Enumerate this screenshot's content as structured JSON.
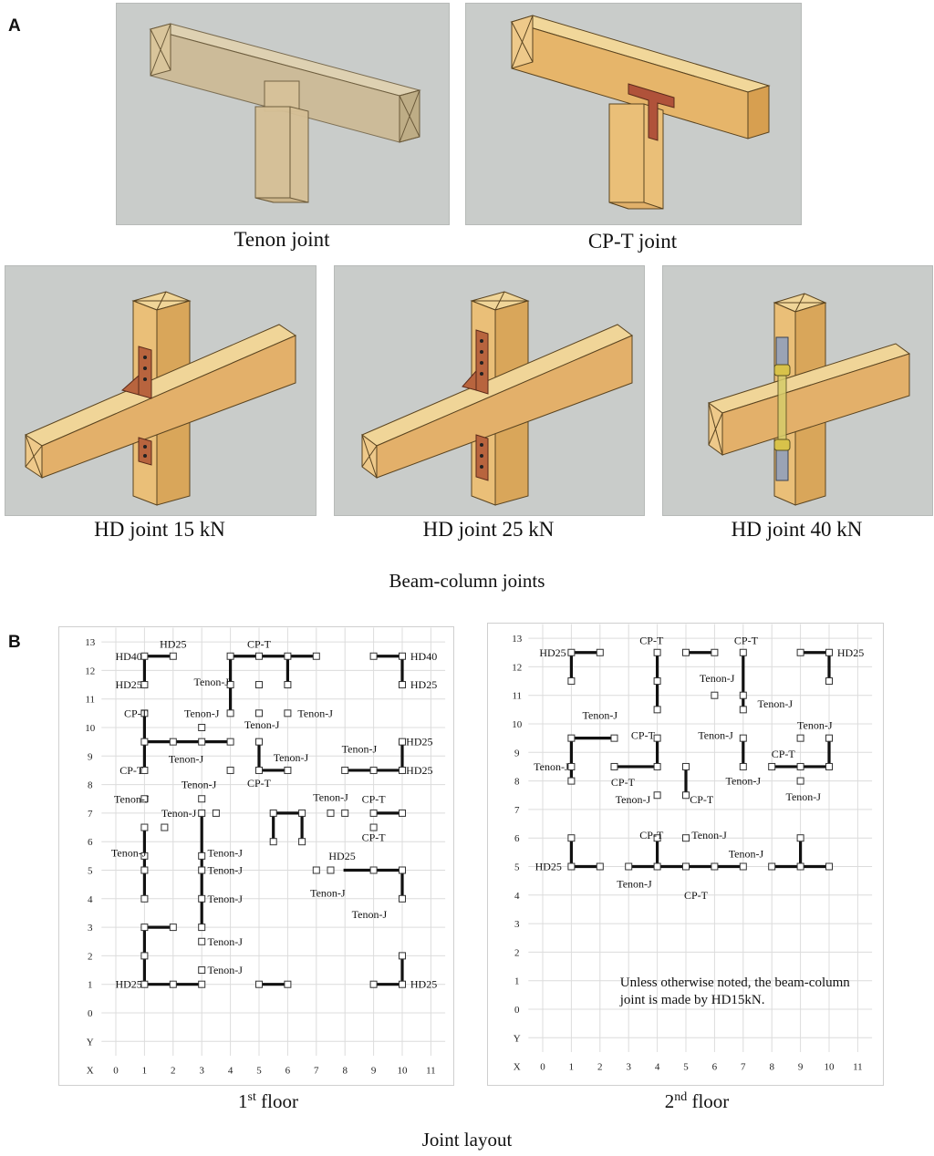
{
  "panel_a": {
    "letter": "A",
    "joints": [
      {
        "caption": "Tenon joint"
      },
      {
        "caption": "CP-T joint"
      },
      {
        "caption": "HD joint 15 kN"
      },
      {
        "caption": "HD joint 25 kN"
      },
      {
        "caption": "HD joint 40 kN"
      }
    ],
    "title": "Beam-column joints"
  },
  "panel_b": {
    "letter": "B",
    "title": "Joint layout",
    "axis": {
      "x_label": "X",
      "y_label": "Y",
      "x_ticks": [
        "0",
        "1",
        "2",
        "3",
        "4",
        "5",
        "6",
        "7",
        "8",
        "9",
        "10",
        "11"
      ],
      "y_ticks": [
        "0",
        "1",
        "2",
        "3",
        "4",
        "5",
        "6",
        "7",
        "8",
        "9",
        "10",
        "11",
        "12",
        "13"
      ]
    },
    "floor1": {
      "caption_num": "1",
      "caption_sup": "st",
      "caption_text": " floor",
      "beams": [
        [
          1,
          12.5,
          1,
          11.5
        ],
        [
          1,
          12.5,
          2,
          12.5
        ],
        [
          4,
          12.5,
          7,
          12.5
        ],
        [
          4,
          12.5,
          4,
          10.5
        ],
        [
          6,
          12.5,
          6,
          11.5
        ],
        [
          9,
          12.5,
          10,
          12.5
        ],
        [
          10,
          12.5,
          10,
          11.5
        ],
        [
          1,
          10.5,
          1,
          8.5
        ],
        [
          1,
          9.5,
          4,
          9.5
        ],
        [
          5,
          9.5,
          5,
          8.5
        ],
        [
          5,
          8.5,
          6,
          8.5
        ],
        [
          8,
          8.5,
          10,
          8.5
        ],
        [
          10,
          9.5,
          10,
          8.5
        ],
        [
          5.5,
          7,
          6.5,
          7
        ],
        [
          5.5,
          7,
          5.5,
          6
        ],
        [
          6.5,
          7,
          6.5,
          6
        ],
        [
          9,
          7,
          10,
          7
        ],
        [
          1,
          6.5,
          1,
          4
        ],
        [
          3,
          7,
          3,
          3
        ],
        [
          8,
          5,
          10,
          5
        ],
        [
          10,
          5,
          10,
          4
        ],
        [
          1,
          3,
          2,
          3
        ],
        [
          1,
          3,
          1,
          1
        ],
        [
          1,
          1,
          3,
          1
        ],
        [
          5,
          1,
          6,
          1
        ],
        [
          9,
          1,
          10,
          1
        ],
        [
          10,
          2,
          10,
          1
        ]
      ],
      "nodes": [
        [
          1,
          12.5
        ],
        [
          1,
          11.5
        ],
        [
          2,
          12.5
        ],
        [
          4,
          12.5
        ],
        [
          5,
          12.5
        ],
        [
          6,
          12.5
        ],
        [
          7,
          12.5
        ],
        [
          4,
          11.5
        ],
        [
          4,
          10.5
        ],
        [
          6,
          11.5
        ],
        [
          5,
          11.5
        ],
        [
          5,
          10.5
        ],
        [
          6,
          10.5
        ],
        [
          9,
          12.5
        ],
        [
          10,
          12.5
        ],
        [
          10,
          11.5
        ],
        [
          1,
          10.5
        ],
        [
          1,
          9.5
        ],
        [
          1,
          8.5
        ],
        [
          2,
          9.5
        ],
        [
          3,
          9.5
        ],
        [
          4,
          9.5
        ],
        [
          3,
          10
        ],
        [
          4,
          8.5
        ],
        [
          5,
          9.5
        ],
        [
          5,
          8.5
        ],
        [
          6,
          8.5
        ],
        [
          8,
          8.5
        ],
        [
          9,
          8.5
        ],
        [
          10,
          8.5
        ],
        [
          10,
          9.5
        ],
        [
          1,
          7.5
        ],
        [
          3,
          7.5
        ],
        [
          3,
          7
        ],
        [
          3.5,
          7
        ],
        [
          1.7,
          6.5
        ],
        [
          5.5,
          7
        ],
        [
          6.5,
          7
        ],
        [
          5.5,
          6
        ],
        [
          6.5,
          6
        ],
        [
          7.5,
          7
        ],
        [
          8,
          7
        ],
        [
          9,
          7
        ],
        [
          10,
          7
        ],
        [
          9,
          6.5
        ],
        [
          1,
          6.5
        ],
        [
          1,
          5.5
        ],
        [
          1,
          5
        ],
        [
          1,
          4
        ],
        [
          3,
          5.5
        ],
        [
          3,
          5
        ],
        [
          3,
          4
        ],
        [
          3,
          3
        ],
        [
          3,
          2.5
        ],
        [
          3,
          1.5
        ],
        [
          7,
          5
        ],
        [
          7.5,
          5
        ],
        [
          9,
          5
        ],
        [
          10,
          5
        ],
        [
          10,
          4
        ],
        [
          1,
          3
        ],
        [
          2,
          3
        ],
        [
          1,
          2
        ],
        [
          1,
          1
        ],
        [
          2,
          1
        ],
        [
          3,
          1
        ],
        [
          5,
          1
        ],
        [
          6,
          1
        ],
        [
          9,
          1
        ],
        [
          10,
          1
        ],
        [
          10,
          2
        ]
      ],
      "labels": [
        {
          "text": "HD40",
          "x": 0.45,
          "y": 12.5,
          "anchor": "middle"
        },
        {
          "text": "HD25",
          "x": 2,
          "y": 12.92,
          "anchor": "middle"
        },
        {
          "text": "HD25",
          "x": 0.45,
          "y": 11.5,
          "anchor": "middle"
        },
        {
          "text": "CP-T",
          "x": 5,
          "y": 12.92,
          "anchor": "middle"
        },
        {
          "text": "HD40",
          "x": 10.75,
          "y": 12.5,
          "anchor": "middle"
        },
        {
          "text": "HD25",
          "x": 10.75,
          "y": 11.5,
          "anchor": "middle"
        },
        {
          "text": "Tenon-J",
          "x": 3.95,
          "y": 11.6,
          "anchor": "end"
        },
        {
          "text": "Tenon-J",
          "x": 3,
          "y": 10.5,
          "anchor": "middle"
        },
        {
          "text": "Tenon-J",
          "x": 6.35,
          "y": 10.5,
          "anchor": "start"
        },
        {
          "text": "Tenon-J",
          "x": 5.1,
          "y": 10.1,
          "anchor": "middle"
        },
        {
          "text": "CP-T",
          "x": 0.7,
          "y": 10.5,
          "anchor": "middle"
        },
        {
          "text": "Tenon-J",
          "x": 2.45,
          "y": 8.9,
          "anchor": "middle"
        },
        {
          "text": "CP-T",
          "x": 0.55,
          "y": 8.5,
          "anchor": "middle"
        },
        {
          "text": "Tenon-J",
          "x": 5.5,
          "y": 8.95,
          "anchor": "start"
        },
        {
          "text": "HD25",
          "x": 10.6,
          "y": 9.5,
          "anchor": "middle"
        },
        {
          "text": "Tenon-J",
          "x": 8.5,
          "y": 9.25,
          "anchor": "middle"
        },
        {
          "text": "HD25",
          "x": 10.6,
          "y": 8.5,
          "anchor": "middle"
        },
        {
          "text": "CP-T",
          "x": 5,
          "y": 8.05,
          "anchor": "middle"
        },
        {
          "text": "Tenon-J",
          "x": 2.9,
          "y": 8,
          "anchor": "middle"
        },
        {
          "text": "Tenon-J",
          "x": 0.55,
          "y": 7.5,
          "anchor": "middle"
        },
        {
          "text": "Tenon-J",
          "x": 2.2,
          "y": 7,
          "anchor": "middle"
        },
        {
          "text": "Tenon-J",
          "x": 7.5,
          "y": 7.55,
          "anchor": "middle"
        },
        {
          "text": "CP-T",
          "x": 9,
          "y": 7.5,
          "anchor": "middle"
        },
        {
          "text": "CP-T",
          "x": 9,
          "y": 6.15,
          "anchor": "middle"
        },
        {
          "text": "Tenon-J",
          "x": 0.45,
          "y": 5.6,
          "anchor": "middle"
        },
        {
          "text": "Tenon-J",
          "x": 3.2,
          "y": 5.6,
          "anchor": "start"
        },
        {
          "text": "Tenon-J",
          "x": 3.2,
          "y": 5,
          "anchor": "start"
        },
        {
          "text": "Tenon-J",
          "x": 3.2,
          "y": 4,
          "anchor": "start"
        },
        {
          "text": "HD25",
          "x": 7.9,
          "y": 5.5,
          "anchor": "middle"
        },
        {
          "text": "Tenon-J",
          "x": 7.4,
          "y": 4.2,
          "anchor": "middle"
        },
        {
          "text": "Tenon-J",
          "x": 8.85,
          "y": 3.45,
          "anchor": "middle"
        },
        {
          "text": "Tenon-J",
          "x": 3.2,
          "y": 2.5,
          "anchor": "start"
        },
        {
          "text": "Tenon-J",
          "x": 3.2,
          "y": 1.5,
          "anchor": "start"
        },
        {
          "text": "HD25",
          "x": 0.45,
          "y": 1,
          "anchor": "middle"
        },
        {
          "text": "HD25",
          "x": 10.75,
          "y": 1,
          "anchor": "middle"
        }
      ]
    },
    "floor2": {
      "caption_num": "2",
      "caption_sup": "nd",
      "caption_text": " floor",
      "note_lines": [
        "Unless otherwise noted, the beam-column",
        "joint is made by HD15kN."
      ],
      "beams": [
        [
          1,
          12.5,
          2,
          12.5
        ],
        [
          1,
          12.5,
          1,
          11.5
        ],
        [
          4,
          12.5,
          4,
          10.5
        ],
        [
          5,
          12.5,
          6,
          12.5
        ],
        [
          7,
          12.5,
          7,
          10.5
        ],
        [
          9,
          12.5,
          10,
          12.5
        ],
        [
          10,
          12.5,
          10,
          11.5
        ],
        [
          1,
          9.5,
          2.5,
          9.5
        ],
        [
          1,
          9.5,
          1,
          8
        ],
        [
          4,
          9.5,
          4,
          8.5
        ],
        [
          2.5,
          8.5,
          4,
          8.5
        ],
        [
          5,
          8.5,
          5,
          7.5
        ],
        [
          7,
          9.5,
          7,
          8.5
        ],
        [
          8,
          8.5,
          10,
          8.5
        ],
        [
          10,
          9.5,
          10,
          8.5
        ],
        [
          1,
          6,
          1,
          5
        ],
        [
          1,
          5,
          2,
          5
        ],
        [
          3,
          5,
          6,
          5
        ],
        [
          4,
          6,
          4,
          5
        ],
        [
          6,
          5,
          7,
          5
        ],
        [
          8,
          5,
          10,
          5
        ],
        [
          9,
          6,
          9,
          5
        ]
      ],
      "nodes": [
        [
          1,
          12.5
        ],
        [
          2,
          12.5
        ],
        [
          1,
          11.5
        ],
        [
          4,
          12.5
        ],
        [
          4,
          11.5
        ],
        [
          4,
          10.5
        ],
        [
          5,
          12.5
        ],
        [
          6,
          12.5
        ],
        [
          6,
          11
        ],
        [
          7,
          12.5
        ],
        [
          7,
          11
        ],
        [
          7,
          10.5
        ],
        [
          9,
          12.5
        ],
        [
          10,
          12.5
        ],
        [
          10,
          11.5
        ],
        [
          1,
          9.5
        ],
        [
          1,
          8.5
        ],
        [
          1,
          8
        ],
        [
          2.5,
          9.5
        ],
        [
          4,
          9.5
        ],
        [
          4,
          8.5
        ],
        [
          2.5,
          8.5
        ],
        [
          4,
          7.5
        ],
        [
          5,
          8.5
        ],
        [
          5,
          7.5
        ],
        [
          7,
          9.5
        ],
        [
          7,
          8.5
        ],
        [
          8,
          8.5
        ],
        [
          9,
          8.5
        ],
        [
          10,
          8.5
        ],
        [
          10,
          9.5
        ],
        [
          9,
          9.5
        ],
        [
          9,
          8
        ],
        [
          1,
          6
        ],
        [
          1,
          5
        ],
        [
          2,
          5
        ],
        [
          3,
          5
        ],
        [
          4,
          5
        ],
        [
          5,
          5
        ],
        [
          4,
          6
        ],
        [
          5,
          6
        ],
        [
          6,
          5
        ],
        [
          7,
          5
        ],
        [
          8,
          5
        ],
        [
          9,
          5
        ],
        [
          10,
          5
        ],
        [
          9,
          6
        ]
      ],
      "labels": [
        {
          "text": "HD25",
          "x": 0.35,
          "y": 12.5,
          "anchor": "middle"
        },
        {
          "text": "CP-T",
          "x": 3.8,
          "y": 12.92,
          "anchor": "middle"
        },
        {
          "text": "CP-T",
          "x": 7.1,
          "y": 12.92,
          "anchor": "middle"
        },
        {
          "text": "HD25",
          "x": 10.75,
          "y": 12.5,
          "anchor": "middle"
        },
        {
          "text": "Tenon-J",
          "x": 6.7,
          "y": 11.6,
          "anchor": "end"
        },
        {
          "text": "Tenon-J",
          "x": 7.5,
          "y": 10.7,
          "anchor": "start"
        },
        {
          "text": "Tenon-J",
          "x": 2,
          "y": 10.3,
          "anchor": "middle"
        },
        {
          "text": "CP-T",
          "x": 3.5,
          "y": 9.6,
          "anchor": "middle"
        },
        {
          "text": "Tenon-J",
          "x": 6.65,
          "y": 9.6,
          "anchor": "end"
        },
        {
          "text": "Tenon-J",
          "x": 9.5,
          "y": 9.95,
          "anchor": "middle"
        },
        {
          "text": "Tenon-J",
          "x": 0.3,
          "y": 8.5,
          "anchor": "middle"
        },
        {
          "text": "CP-T",
          "x": 2.8,
          "y": 7.95,
          "anchor": "middle"
        },
        {
          "text": "CP-T",
          "x": 8.4,
          "y": 8.95,
          "anchor": "middle"
        },
        {
          "text": "Tenon-J",
          "x": 7,
          "y": 8,
          "anchor": "middle"
        },
        {
          "text": "Tenon-J",
          "x": 3.15,
          "y": 7.35,
          "anchor": "middle"
        },
        {
          "text": "CP-T",
          "x": 5.55,
          "y": 7.35,
          "anchor": "middle"
        },
        {
          "text": "Tenon-J",
          "x": 9.1,
          "y": 7.45,
          "anchor": "middle"
        },
        {
          "text": "CP-T",
          "x": 3.8,
          "y": 6.1,
          "anchor": "middle"
        },
        {
          "text": "Tenon-J",
          "x": 5.2,
          "y": 6.1,
          "anchor": "start"
        },
        {
          "text": "Tenon-J",
          "x": 7.1,
          "y": 5.45,
          "anchor": "middle"
        },
        {
          "text": "HD25",
          "x": 0.2,
          "y": 5,
          "anchor": "middle"
        },
        {
          "text": "Tenon-J",
          "x": 3.2,
          "y": 4.4,
          "anchor": "middle"
        },
        {
          "text": "CP-T",
          "x": 5.35,
          "y": 4,
          "anchor": "middle"
        }
      ]
    }
  }
}
